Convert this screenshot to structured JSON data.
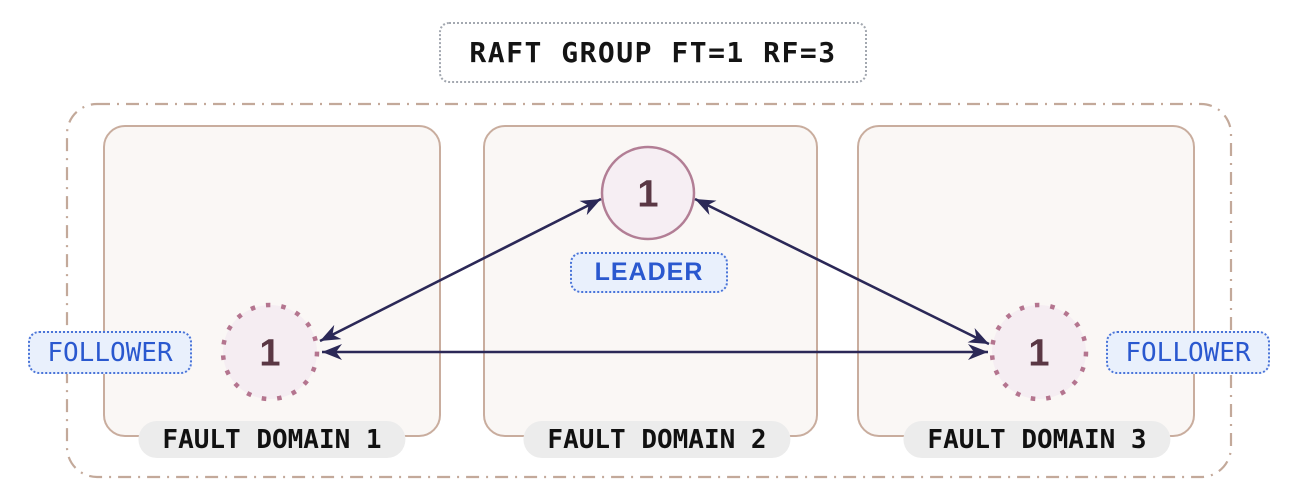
{
  "title": {
    "label": "RAFT GROUP FT=1 RF=3"
  },
  "group": {
    "fault_domains": [
      {
        "label": "FAULT DOMAIN 1",
        "node": {
          "id": "1",
          "role": "FOLLOWER"
        }
      },
      {
        "label": "FAULT DOMAIN 2",
        "node": {
          "id": "1",
          "role": "LEADER"
        }
      },
      {
        "label": "FAULT DOMAIN 3",
        "node": {
          "id": "1",
          "role": "FOLLOWER"
        }
      }
    ],
    "connections": [
      {
        "from": "fault-domain-1-node",
        "to": "fault-domain-2-node",
        "bidirectional": true
      },
      {
        "from": "fault-domain-2-node",
        "to": "fault-domain-3-node",
        "bidirectional": true
      },
      {
        "from": "fault-domain-1-node",
        "to": "fault-domain-3-node",
        "bidirectional": true
      }
    ]
  },
  "colors": {
    "background": "#ffffff",
    "arrow": "#2b2857",
    "container_border": "#c3a99a",
    "domain_border": "#c9ad9e",
    "domain_fill": "#faf7f5",
    "leader_node_border": "#b27e95",
    "follower_node_border": "#b4758f",
    "node_fill": "#f6eef3",
    "node_text": "#5a3744",
    "role_label_text": "#2a58cf",
    "role_label_border": "#4a74d8",
    "role_label_bg": "#e9f0fc",
    "pill_bg": "#ececec",
    "pill_text": "#111111",
    "title_text": "#141414",
    "title_border": "#a3a8b0"
  }
}
